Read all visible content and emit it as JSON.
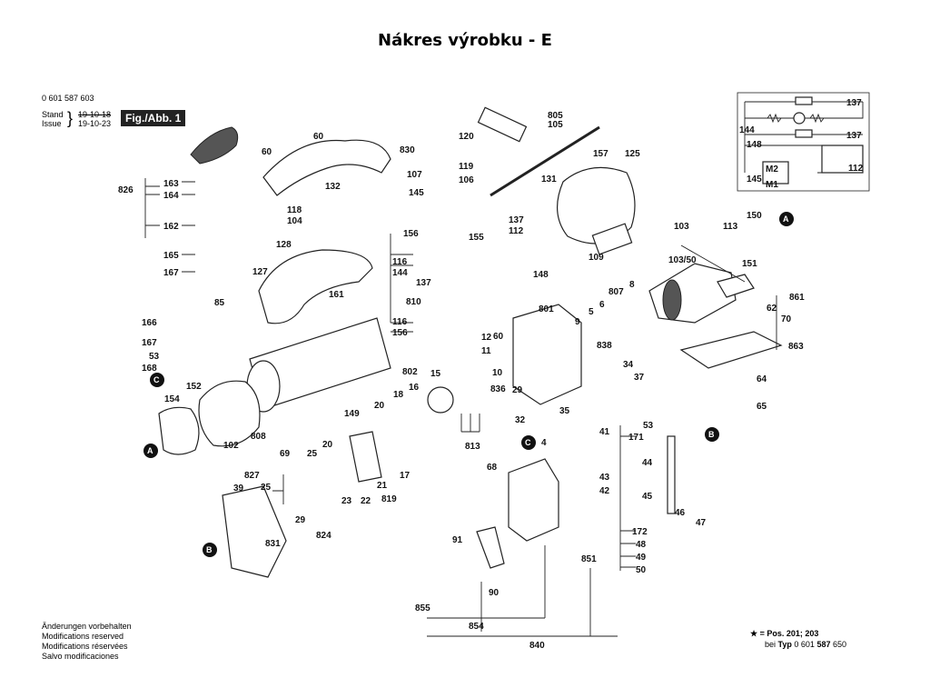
{
  "title": "Nákres výrobku - E",
  "header": {
    "doc_number": "0 601 587 603",
    "stand_label": "Stand",
    "issue_label": "Issue",
    "stand_date": "19-10-18",
    "issue_date": "19-10-23",
    "fig_label": "Fig./Abb. 1"
  },
  "footer": {
    "notes": [
      "Änderungen vorbehalten",
      "Modifications reserved",
      "Modifications réservées",
      "Salvo modificaciones"
    ],
    "star_note": "= Pos. 201; 203",
    "type_prefix": "bei",
    "type_label": "Typ",
    "type_number_a": "0 601",
    "type_number_b": "587",
    "type_number_c": "650"
  },
  "parts": {
    "p805": "805",
    "p105": "105",
    "p120": "120",
    "p60a": "60",
    "p60b": "60",
    "p830": "830",
    "p107": "107",
    "p119": "119",
    "p106": "106",
    "p131": "131",
    "p157": "157",
    "p125": "125",
    "p132": "132",
    "p145": "145",
    "p118": "118",
    "p104": "104",
    "p163": "163",
    "p164": "164",
    "p826": "826",
    "p162": "162",
    "p165": "165",
    "p167a": "167",
    "p85": "85",
    "p166": "166",
    "p167b": "167",
    "p53a": "53",
    "p168": "168",
    "p152": "152",
    "p154": "154",
    "p128": "128",
    "p127": "127",
    "p161": "161",
    "p156a": "156",
    "p116a": "116",
    "p144": "144",
    "p155": "155",
    "p137a": "137",
    "p112": "112",
    "p148": "148",
    "p109": "109",
    "p103": "103",
    "p113": "113",
    "p150": "150",
    "p103_50": "103/50",
    "p151": "151",
    "p137b": "137",
    "p810": "810",
    "p801": "801",
    "p807": "807",
    "p8": "8",
    "p6": "6",
    "p5": "5",
    "p9": "9",
    "p861": "861",
    "p62": "62",
    "p70": "70",
    "p863": "863",
    "p116b": "116",
    "p156b": "156",
    "p12": "12",
    "p60c": "60",
    "p11": "11",
    "p838": "838",
    "p802": "802",
    "p15": "15",
    "p10": "10",
    "p836": "836",
    "p29a": "29",
    "p34": "34",
    "p37": "37",
    "p64": "64",
    "p65": "65",
    "p20a": "20",
    "p18": "18",
    "p16": "16",
    "p149": "149",
    "p32": "32",
    "p35": "35",
    "p808": "808",
    "p102": "102",
    "p53b": "53",
    "p171": "171",
    "p813": "813",
    "p69": "69",
    "p25a": "25",
    "p20b": "20",
    "p827": "827",
    "p25b": "25",
    "p39": "39",
    "p29b": "29",
    "p824": "824",
    "p831": "831",
    "p23": "23",
    "p22": "22",
    "p819": "819",
    "p21": "21",
    "p17": "17",
    "p4": "4",
    "p41": "41",
    "p44": "44",
    "p43": "43",
    "p42": "42",
    "p45": "45",
    "p46": "46",
    "p47": "47",
    "p68": "68",
    "p172": "172",
    "p48": "48",
    "p49": "49",
    "p50": "50",
    "p91": "91",
    "p851": "851",
    "p90": "90",
    "p855": "855",
    "p854": "854",
    "p840": "840"
  },
  "circuit": {
    "c137a": "137",
    "c137b": "137",
    "c144": "144",
    "c148": "148",
    "c112": "112",
    "c145": "145",
    "m2": "M2",
    "m1": "M1"
  },
  "callouts": {
    "a": "A",
    "b": "B",
    "c": "C"
  }
}
